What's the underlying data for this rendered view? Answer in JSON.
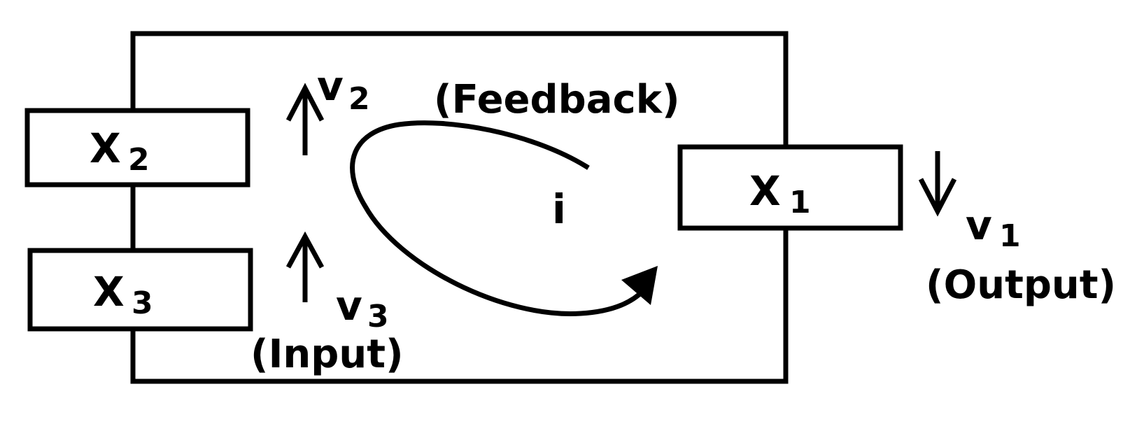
{
  "diagram": {
    "elements": {
      "x1": {
        "symbol": "X",
        "subscript": "1"
      },
      "x2": {
        "symbol": "X",
        "subscript": "2"
      },
      "x3": {
        "symbol": "X",
        "subscript": "3"
      }
    },
    "voltages": {
      "v1": {
        "symbol": "v",
        "subscript": "1",
        "caption": "(Output)"
      },
      "v2": {
        "symbol": "v",
        "subscript": "2"
      },
      "v3": {
        "symbol": "v",
        "subscript": "3",
        "caption": "(Input)"
      }
    },
    "current": {
      "symbol": "i",
      "caption": "(Feedback)"
    }
  },
  "colors": {
    "stroke": "#000000",
    "background": "#ffffff"
  }
}
